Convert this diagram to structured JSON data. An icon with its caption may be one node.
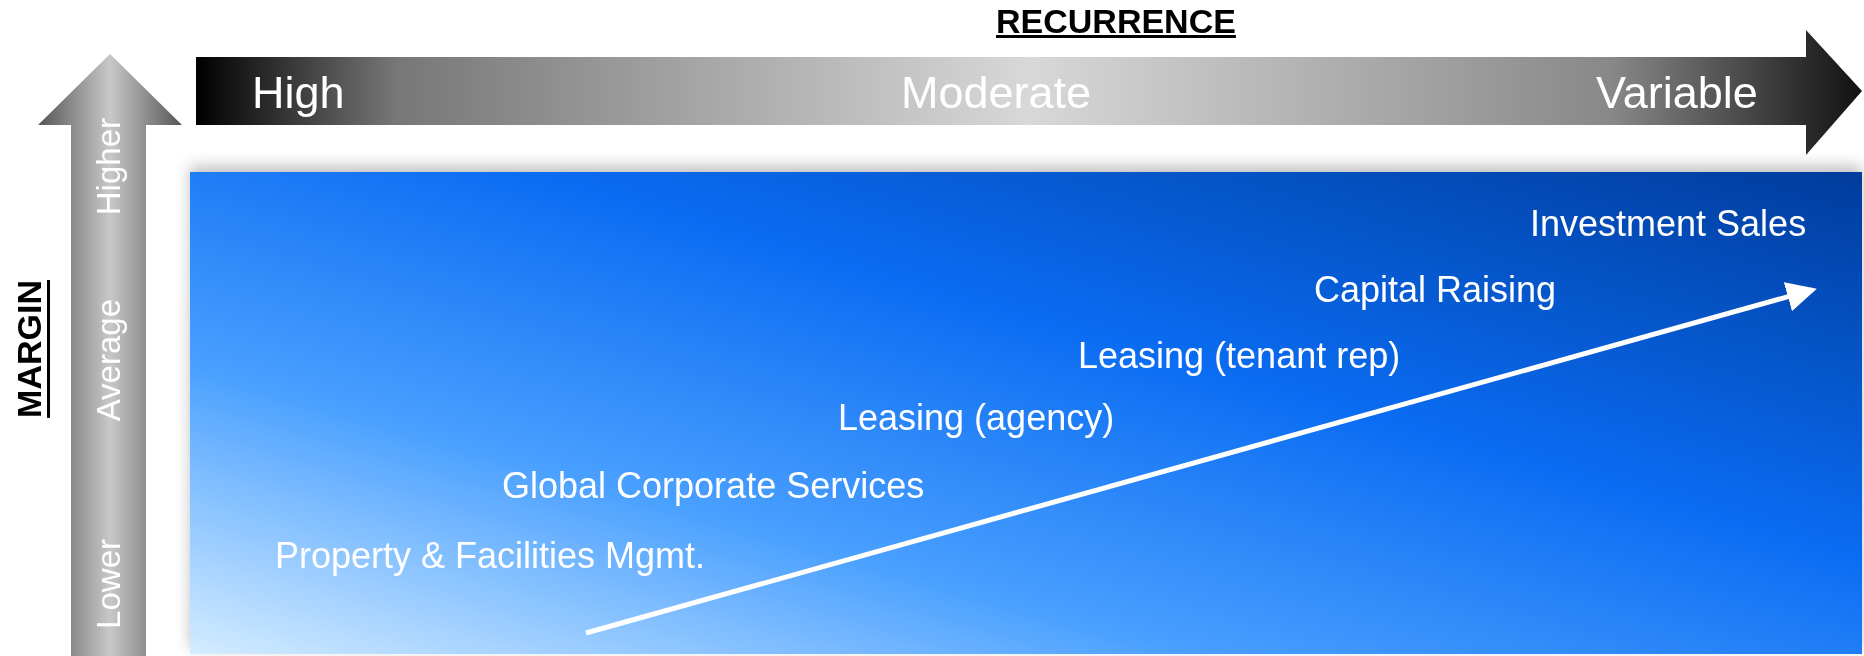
{
  "diagram": {
    "nodes": [
      {
        "text": [
          "RECURRENCE",
          "High",
          "Moderate",
          "Variable"
        ]
      },
      {
        "text": [
          "MARGIN",
          "Lower",
          "Average",
          "Higher"
        ]
      },
      {
        "text": [
          "Investment Sales",
          "Capital Raising",
          "Leasing (tenant rep)",
          "Leasing (agency)",
          "Global Corporate Services",
          "Property & Facilities Mgmt."
        ]
      }
    ],
    "edges": []
  }
}
